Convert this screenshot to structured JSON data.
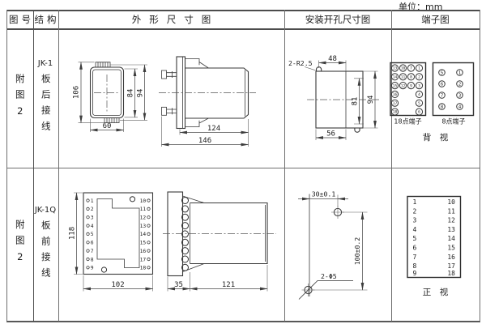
{
  "unit_label": "单位：mm",
  "colors": {
    "ink": "#1d1d1d",
    "drawing_line": "#3a3a3a",
    "table_line": "#6f6f6f"
  },
  "header": {
    "col_fig": "图号",
    "col_structure": "结构",
    "col_outline": "外形尺寸图",
    "col_mounting": "安装开孔尺寸图",
    "col_terminal": "端子图"
  },
  "row1": {
    "fig_label": "附图2",
    "model": "JK-1",
    "wiring": "板后接线",
    "outline": {
      "dim_height_total": "106",
      "dim_height_inner": "84",
      "dim_height_outer": "94",
      "dim_width": "60",
      "dim_body_len": "124",
      "dim_total_len": "146"
    },
    "mounting": {
      "slot_note": "2-R2.5",
      "dim_top": "48",
      "dim_inner_h": "81",
      "dim_outer_h": "94",
      "dim_bottom": "56"
    },
    "terminal": {
      "label_18": "18点端子",
      "label_8": "8点端子",
      "view_label": "背　视",
      "grid18": [
        [
          "13",
          "10",
          "7",
          "1"
        ],
        [
          "14",
          "11",
          "8",
          "2"
        ],
        [
          "15",
          "12",
          "9",
          "3"
        ],
        [
          "16",
          "4"
        ],
        [
          "17",
          "5"
        ],
        [
          "18",
          "6"
        ]
      ],
      "grid8_left": [
        "5",
        "6",
        "7",
        "8"
      ],
      "grid8_right": [
        "1",
        "2",
        "3",
        "4"
      ]
    }
  },
  "row2": {
    "fig_label": "附图2",
    "model": "JK-1Q",
    "wiring": "板前接线",
    "outline": {
      "dim_height": "118",
      "dim_width": "102",
      "dim_flange": "35",
      "dim_body": "121",
      "left_terminals": [
        "1",
        "2",
        "3",
        "4",
        "5",
        "6",
        "7",
        "8",
        "9"
      ],
      "right_terminals": [
        "10",
        "11",
        "12",
        "13",
        "14",
        "15",
        "16",
        "17",
        "18"
      ]
    },
    "mounting": {
      "dim_h": "30±0.1",
      "dim_v": "100±0.2",
      "hole_note": "2-Φ5"
    },
    "terminal": {
      "left": [
        "1",
        "2",
        "3",
        "4",
        "5",
        "6",
        "7",
        "8",
        "9"
      ],
      "right": [
        "10",
        "11",
        "12",
        "13",
        "14",
        "15",
        "16",
        "17",
        "18"
      ],
      "view_label": "正　视"
    }
  }
}
